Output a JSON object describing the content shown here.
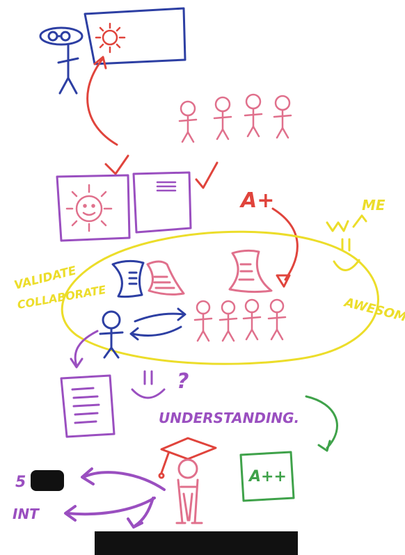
{
  "colors": {
    "blue": "#2d3fa3",
    "red": "#e0443c",
    "pink": "#e0708c",
    "purple": "#9a4fc0",
    "yellow": "#ecdd2a",
    "green": "#3fa24a",
    "black": "#111111"
  },
  "labels": {
    "validate": "VALIDATE",
    "collaborate": "COLLABORATE",
    "awesome": "AWESOME",
    "me": "ME",
    "understanding": "UNDERSTANDING.",
    "grade_a_plus": "A+",
    "grade_a_plus_plus": "A++",
    "five": "5",
    "int": "INT",
    "question": "?"
  },
  "icons": [
    "stick-figure-with-goggles-icon",
    "screen-with-sun-icon",
    "checkmark-icon",
    "sun-card-icon",
    "document-card-icon",
    "stick-figure-icon",
    "smiley-icon",
    "graduation-cap-figure-icon",
    "redaction-box-icon"
  ]
}
